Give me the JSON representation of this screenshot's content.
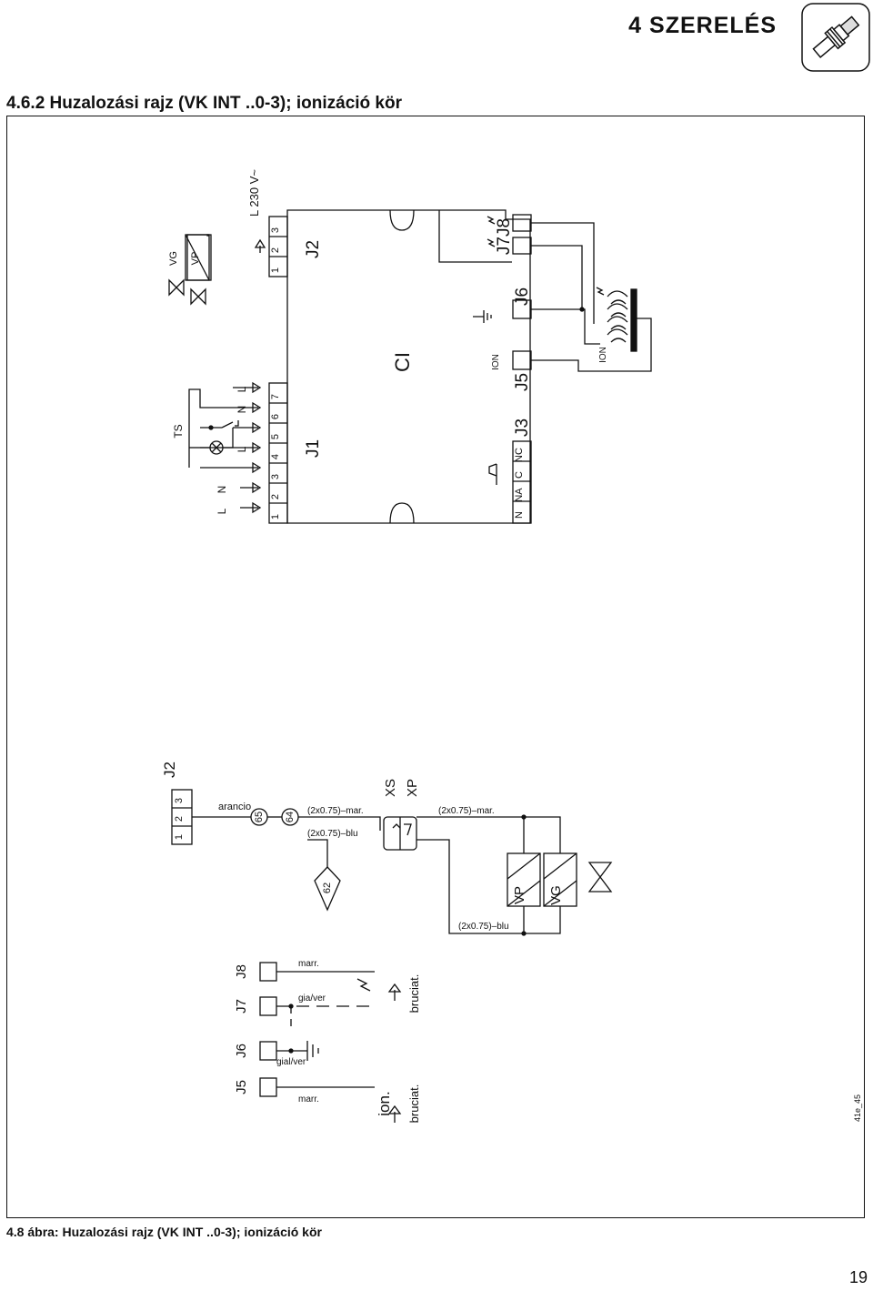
{
  "header": {
    "chapter_title": "4 SZERELÉS",
    "chapter_icon": "pipe-fitting-icon"
  },
  "section": {
    "heading": "4.6.2  Huzalozási rajz (VK INT ..0-3); ionizáció kör"
  },
  "diagram_upper": {
    "supply_label": "L  230  V~",
    "valve_labels": [
      "VG",
      "VP"
    ],
    "mains_labels": [
      "L",
      "N"
    ],
    "ts_label": "TS",
    "lamp_labels": [
      "L",
      "N",
      "L"
    ],
    "j1_pins": [
      "1",
      "2",
      "3",
      "4",
      "5",
      "6",
      "7"
    ],
    "j2_pins": [
      "1",
      "2",
      "3"
    ],
    "connector_j1": "J1",
    "connector_j2": "J2",
    "board_label": "CI",
    "j3_pins": [
      "N",
      "NA",
      "C",
      "NC"
    ],
    "connector_j3": "J3",
    "connector_j5": "J5",
    "connector_j6": "J6",
    "connector_j7_j8": "J7J8",
    "ion_label_board": "ION",
    "ion_label_burner": "ION"
  },
  "diagram_middle": {
    "connector": "J2",
    "pins": [
      "1",
      "2",
      "3"
    ],
    "wire_orange": "arancio",
    "terminal_65": "65",
    "terminal_64": "64",
    "terminal_62": "62",
    "cable_top_1": "(2x0.75)–mar.",
    "cable_blu_1": "(2x0.75)–blu",
    "cable_top_2": "(2x0.75)–mar.",
    "cable_blu_2": "(2x0.75)–blu",
    "plug_xs": "XS",
    "plug_xp": "XP",
    "valve_vp": "VP",
    "valve_vg": "VG"
  },
  "diagram_lower": {
    "connectors": [
      "J5",
      "J6",
      "J7",
      "J8"
    ],
    "wire_marr_top": "marr.",
    "wire_gia_ver_1": "gia/ver",
    "wire_gia_ver_2": "gial/ver",
    "wire_marr_bottom": "marr.",
    "label_bruciat_top": "bruciat.",
    "label_ion": "ion.",
    "label_bruciat_bottom": "bruciat."
  },
  "figure_code": "41e_45",
  "caption": "4.8 ábra: Huzalozási rajz (VK INT ..0-3); ionizáció kör",
  "page_number": "19"
}
